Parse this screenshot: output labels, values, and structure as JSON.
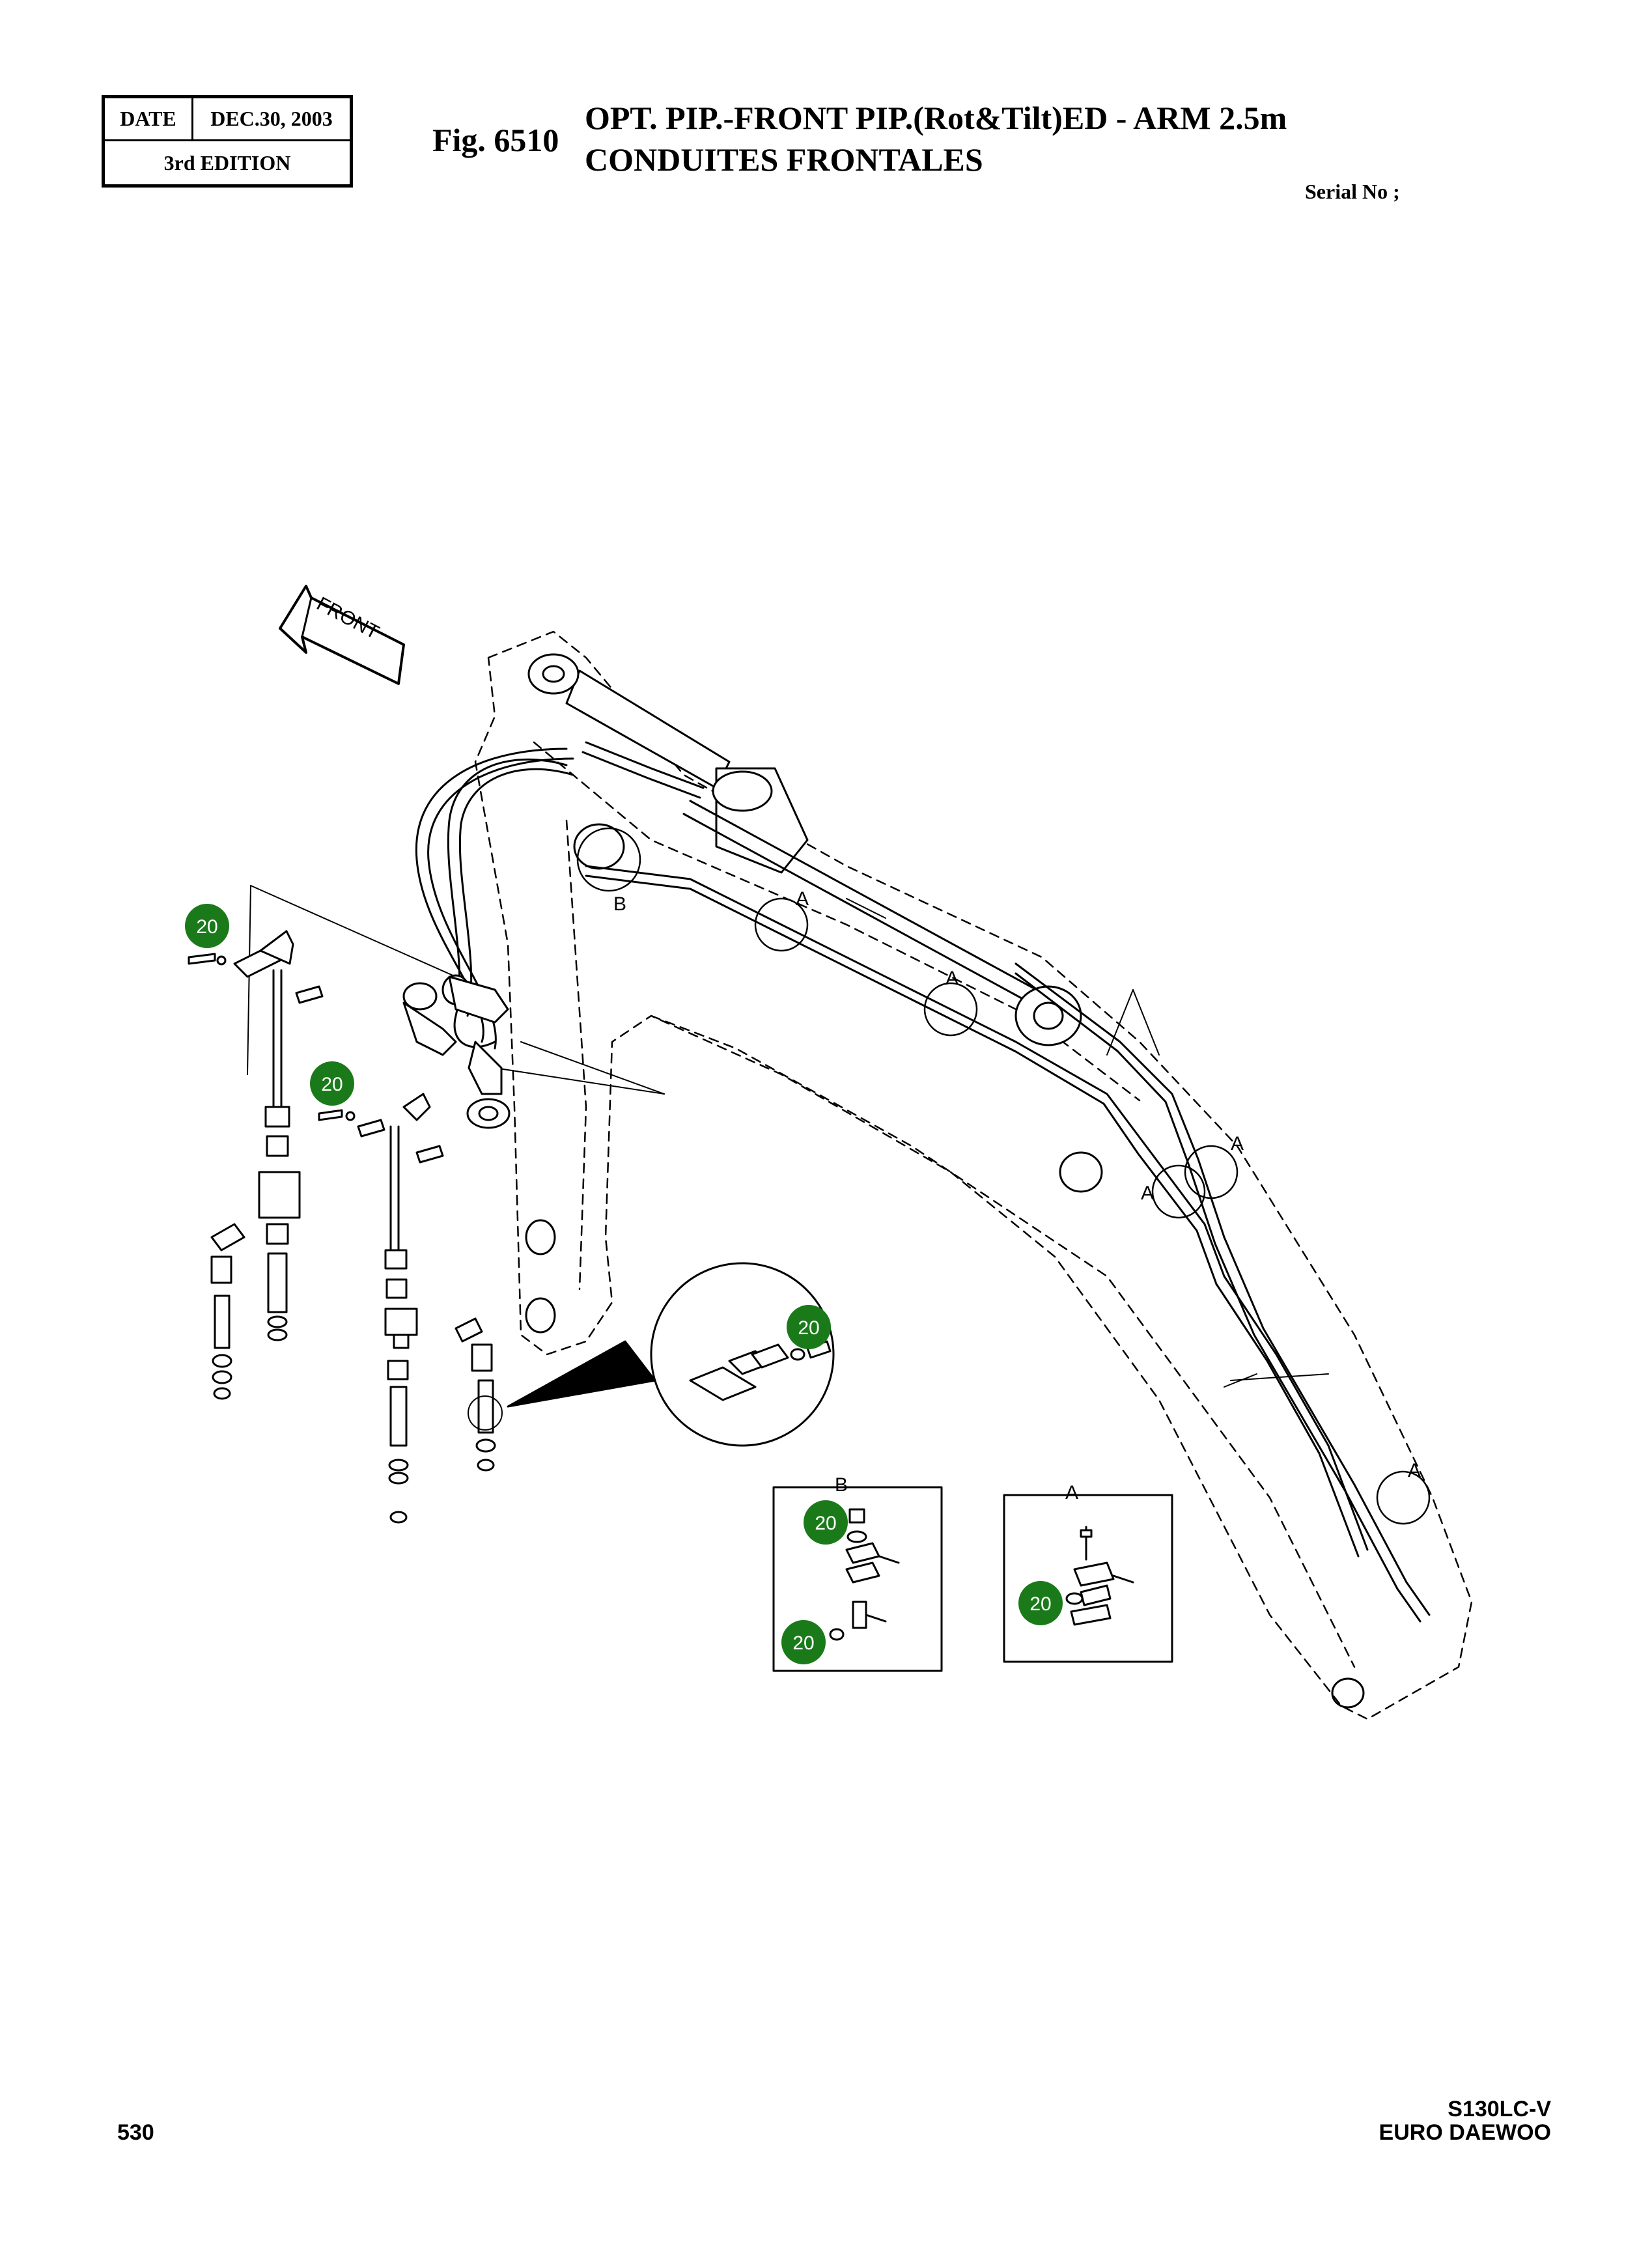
{
  "header": {
    "date_label": "DATE",
    "date_value": "DEC.30, 2003",
    "edition": "3rd  EDITION",
    "fig_label": "Fig. 6510",
    "title_line1": "OPT. PIP.-FRONT PIP.(Rot&Tilt)ED - ARM 2.5m",
    "title_line2": "CONDUITES FRONTALES",
    "serial": "Serial No ;"
  },
  "diagram": {
    "front_label": "FRONT",
    "detail_labels": {
      "b": "B",
      "a": "A"
    },
    "callout": "20",
    "callout_color": "#1a7a1a"
  },
  "footer": {
    "page_number": "530",
    "model": "S130LC-V",
    "brand": "EURO DAEWOO"
  }
}
